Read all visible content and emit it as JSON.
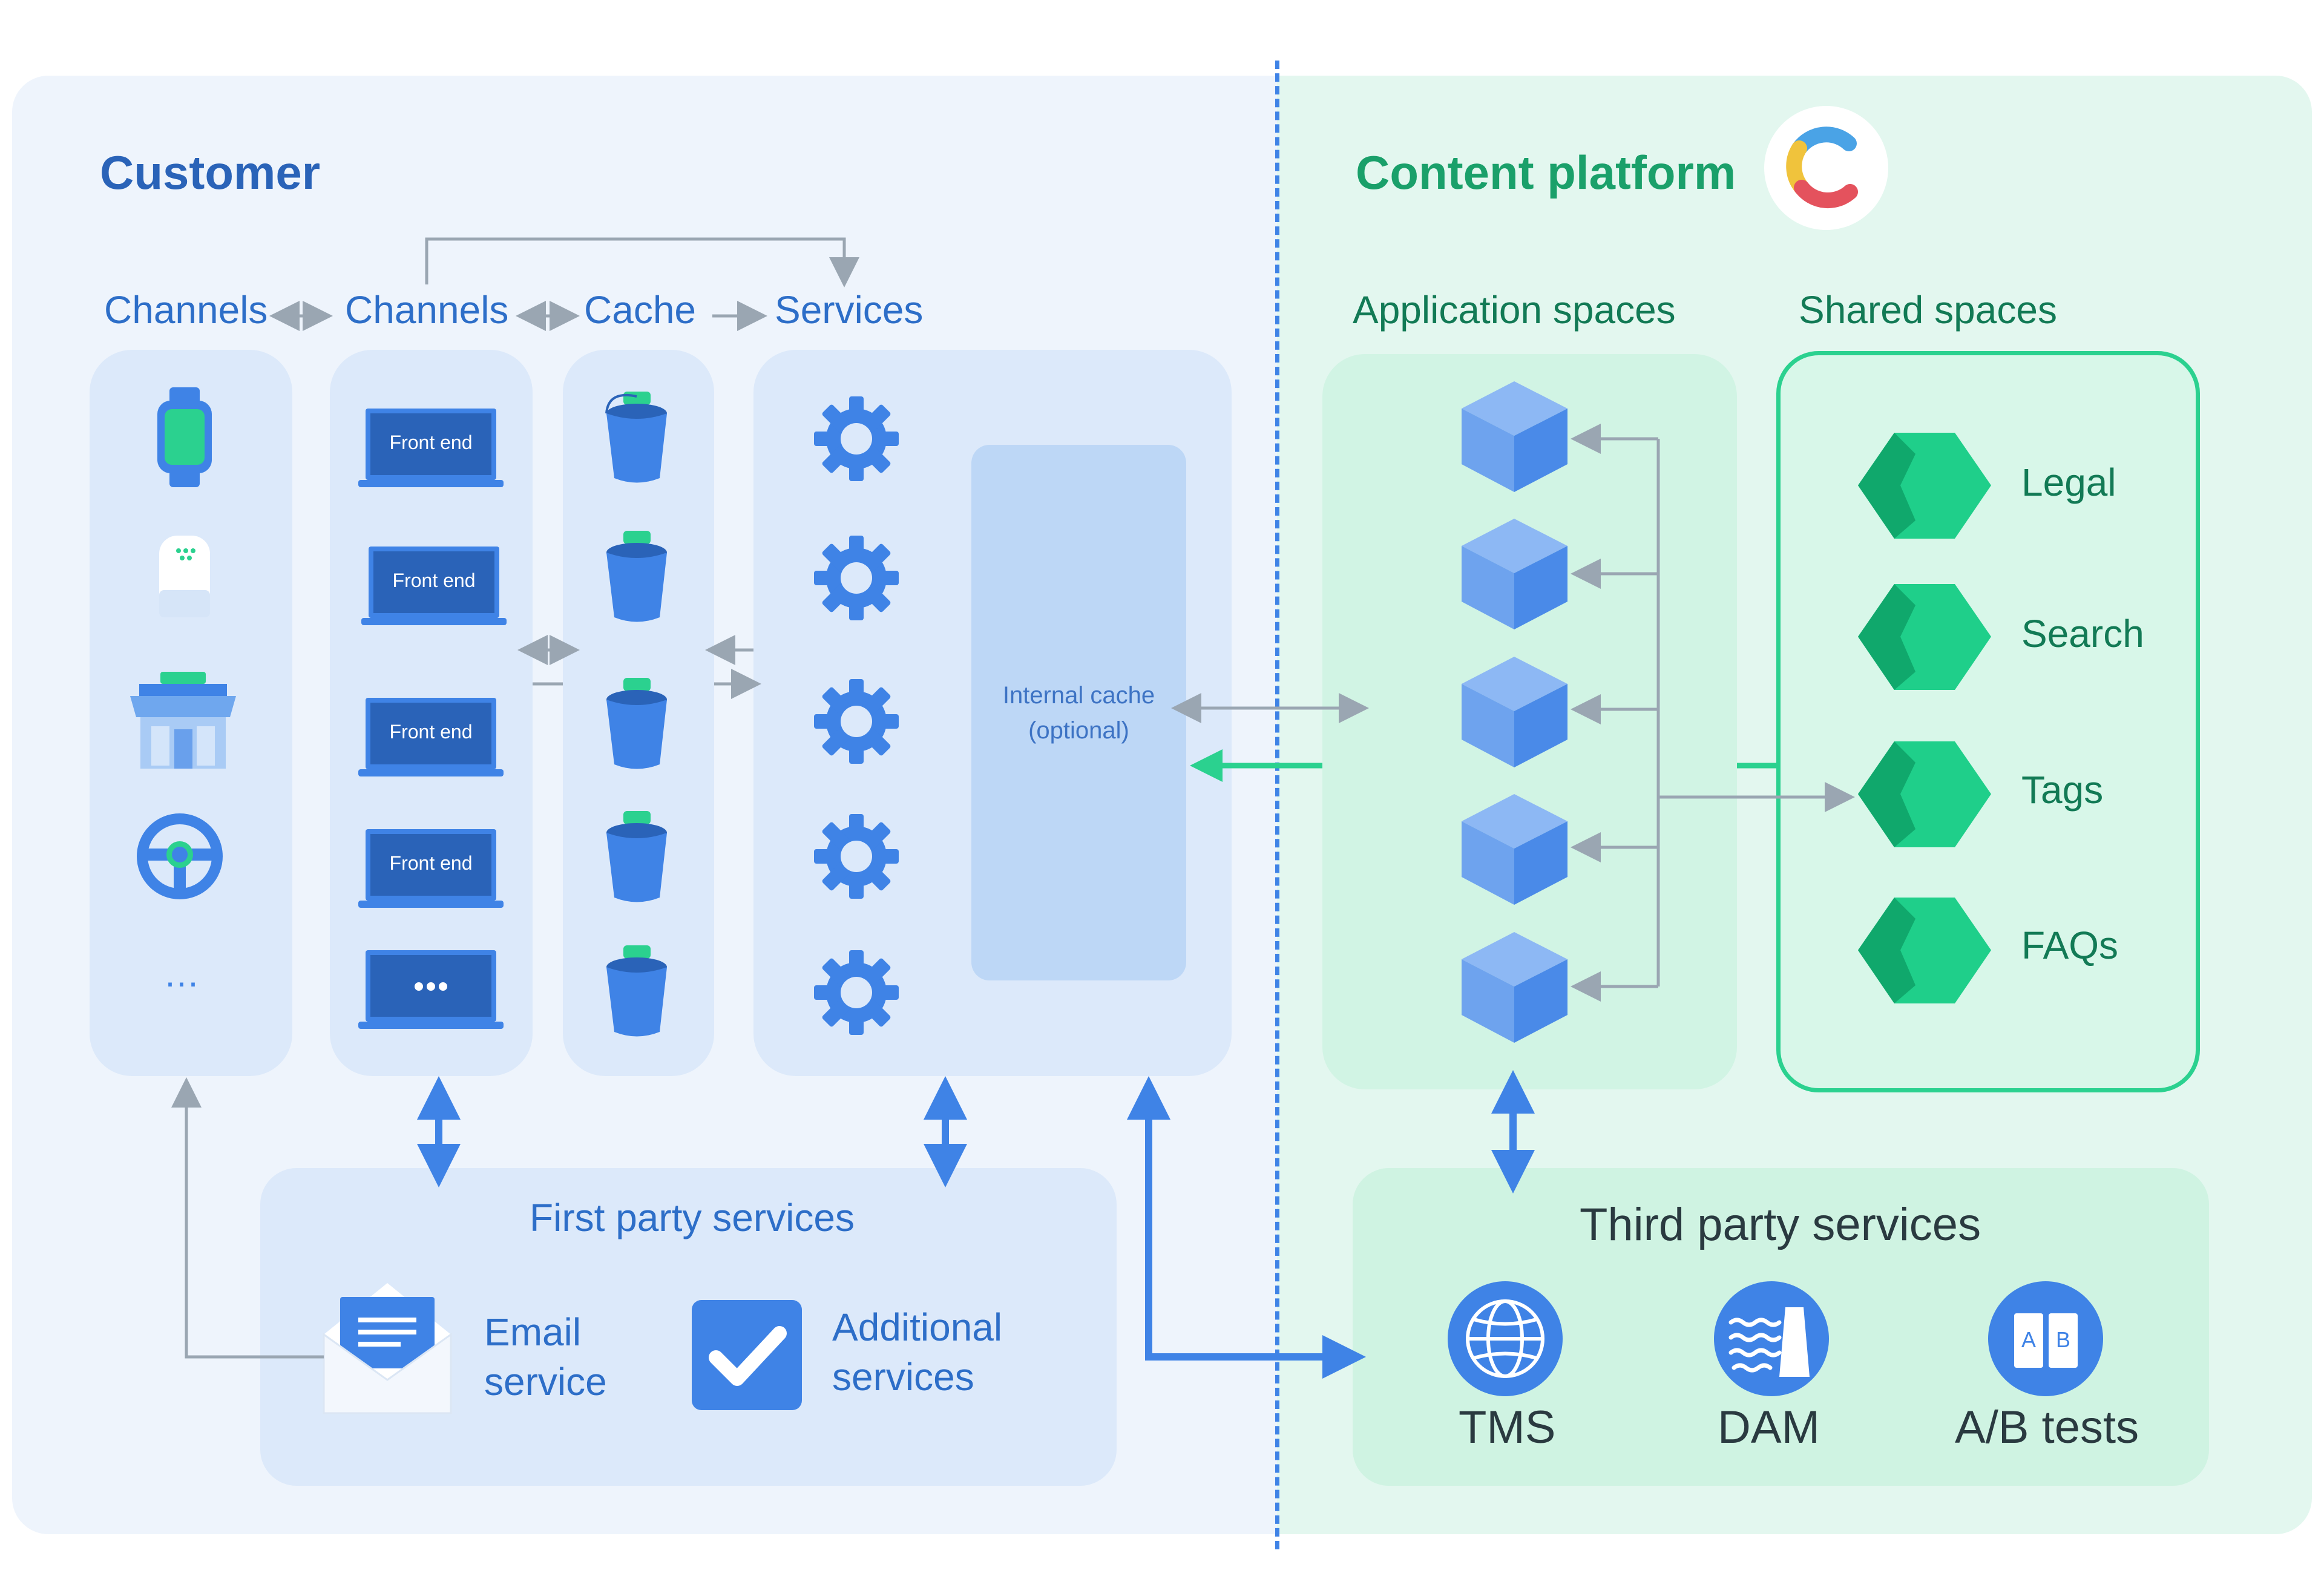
{
  "customer": {
    "title": "Customer",
    "headers": {
      "channels_a": "Channels",
      "channels_b": "Channels",
      "cache": "Cache",
      "services": "Services"
    },
    "frontends": [
      "Front end",
      "Front end",
      "Front end",
      "Front end"
    ],
    "more": "…",
    "internal_cache_line1": "Internal cache",
    "internal_cache_line2": "(optional)"
  },
  "platform": {
    "title": "Content platform",
    "app_spaces": "Application spaces",
    "shared_spaces": "Shared spaces",
    "shared_items": [
      "Legal",
      "Search",
      "Tags",
      "FAQs"
    ]
  },
  "first_party": {
    "title": "First party services",
    "email_line1": "Email",
    "email_line2": "service",
    "additional_line1": "Additional",
    "additional_line2": "services"
  },
  "third_party": {
    "title": "Third party services",
    "items": [
      "TMS",
      "DAM",
      "A/B tests"
    ],
    "ab_left": "A",
    "ab_right": "B"
  },
  "colors": {
    "blue": "#3f83e6",
    "green": "#2bd18f",
    "gray_arrow": "#9aa6b2"
  }
}
